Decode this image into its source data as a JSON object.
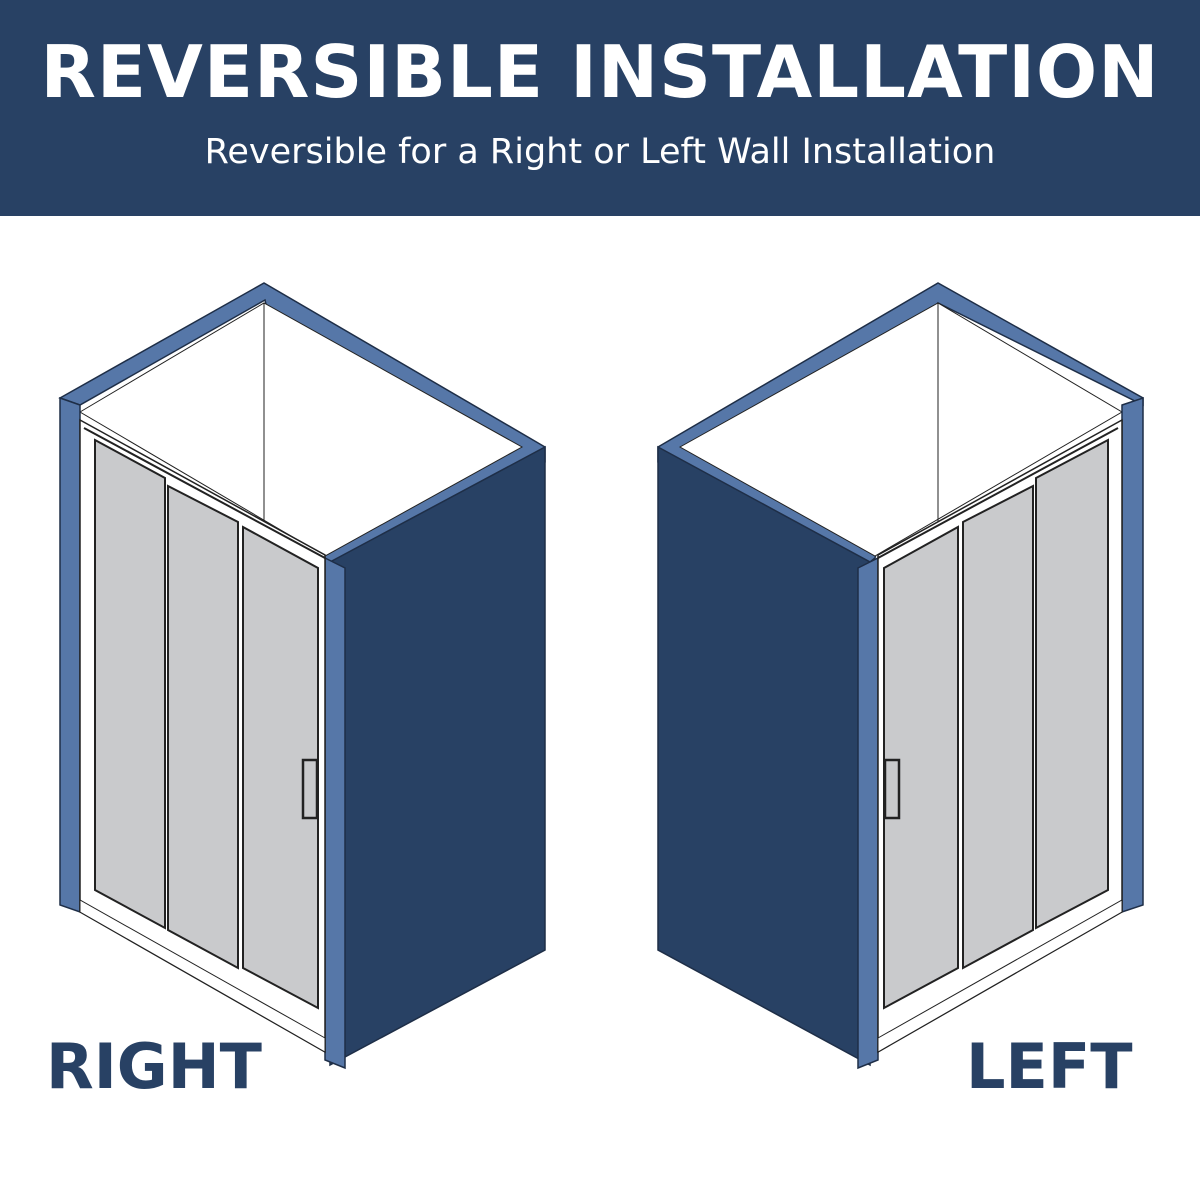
{
  "banner": {
    "title": "REVERSIBLE INSTALLATION",
    "subtitle": "Reversible for a Right or Left Wall Installation"
  },
  "labels": {
    "right": "RIGHT",
    "left": "LEFT"
  },
  "colors": {
    "navy": "#284164",
    "wall_edge": "#5677a8",
    "glass": "#c9cacc",
    "frame": "#ffffff",
    "line": "#222222"
  }
}
